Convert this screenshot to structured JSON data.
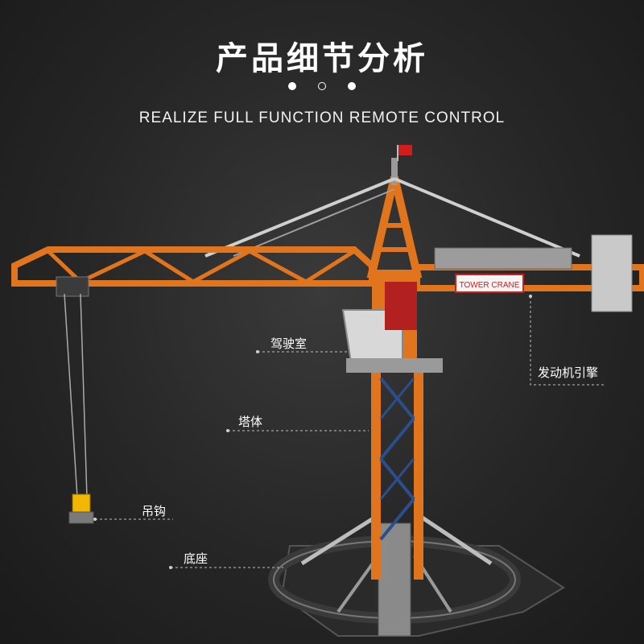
{
  "header": {
    "title": "产品细节分析",
    "subtitle": "REALIZE FULL FUNCTION REMOTE CONTROL",
    "pager": {
      "count": 3,
      "active_index": 1
    }
  },
  "crane_sign": "TOWER CRANE",
  "callouts": {
    "cab": "驾驶室",
    "engine": "发动机引擎",
    "tower": "塔体",
    "hook": "吊钩",
    "base": "底座"
  },
  "colors": {
    "crane_orange": "#e0751e",
    "truss_blue": "#2b4e8c",
    "flag_red": "#d21d1d",
    "leader_line": "#bfbfbf"
  }
}
